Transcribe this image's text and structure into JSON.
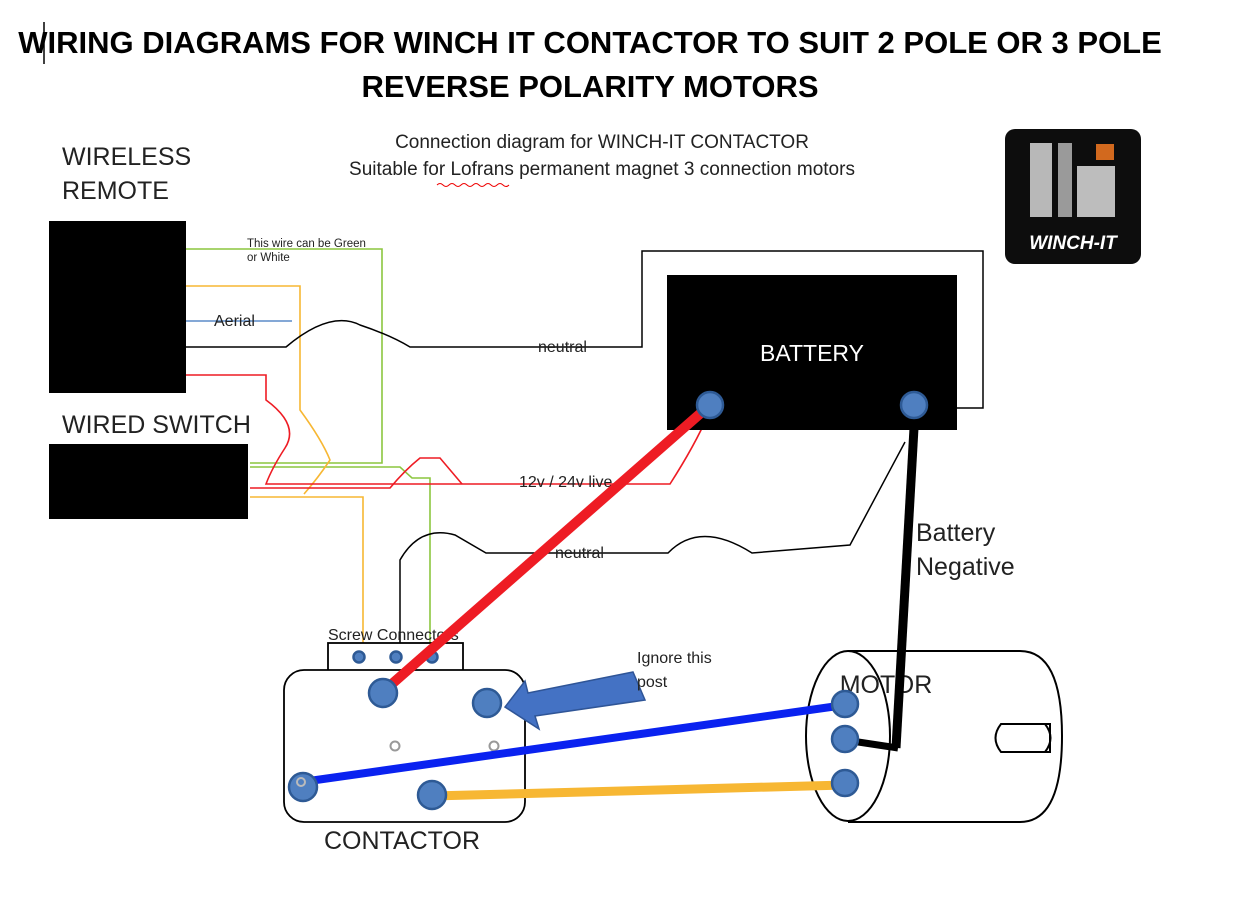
{
  "title": {
    "line1": "WIRING DIAGRAMS FOR WINCH IT CONTACTOR TO SUIT 2 POLE OR 3 POLE",
    "line2": "REVERSE POLARITY  MOTORS"
  },
  "subtitle": {
    "line1": "Connection diagram for WINCH-IT  CONTACTOR",
    "line2": "Suitable for Lofrans permanent magnet 3 connection motors"
  },
  "logo": {
    "text": "WINCH-IT",
    "mark": "WI"
  },
  "labels": {
    "wireless_remote_line1": "WIRELESS",
    "wireless_remote_line2": "REMOTE",
    "wired_switch": "WIRED  SWITCH",
    "green_note_line1": "This wire can be Green",
    "green_note_line2": "or White",
    "aerial": "Aerial",
    "neutral_top": "neutral",
    "neutral_bottom": "neutral",
    "live": "12v / 24v  live",
    "battery": "BATTERY",
    "battery_negative_line1": "Battery",
    "battery_negative_line2": "Negative",
    "screw_connectors": "Screw Connectors",
    "ignore_line1": "Ignore this",
    "ignore_line2": "post",
    "motor": "MOTOR",
    "contactor": "CONTACTOR"
  },
  "colors": {
    "green_wire": "#8cc63f",
    "orange_wire": "#f7b733",
    "red_wire": "#ee1c24",
    "blue_wire": "#0a22f0",
    "black_wire": "#000000",
    "aerial_wire": "#5b8cc8",
    "post_fill": "#4f7fc0",
    "arrow_fill": "#4472c4"
  }
}
